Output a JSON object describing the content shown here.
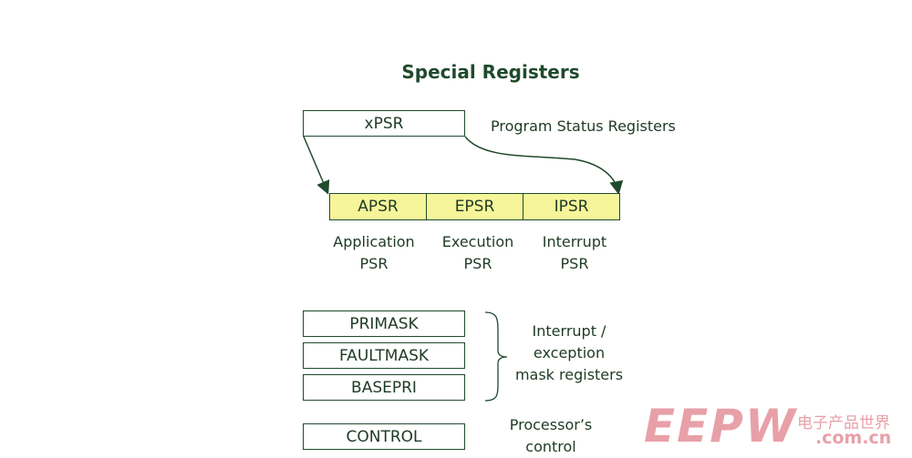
{
  "title": "Special Registers",
  "xpsr": {
    "label": "xPSR",
    "description": "Program Status Registers"
  },
  "psr_parts": [
    {
      "label": "APSR",
      "desc_line1": "Application",
      "desc_line2": "PSR"
    },
    {
      "label": "EPSR",
      "desc_line1": "Execution",
      "desc_line2": "PSR"
    },
    {
      "label": "IPSR",
      "desc_line1": "Interrupt",
      "desc_line2": "PSR"
    }
  ],
  "mask_registers": [
    "PRIMASK",
    "FAULTMASK",
    "BASEPRI"
  ],
  "mask_description": [
    "Interrupt /",
    "exception",
    "mask registers"
  ],
  "control": {
    "label": "CONTROL",
    "desc_line1": "Processor’s",
    "desc_line2": "control"
  },
  "watermark": {
    "logo": "EEPW",
    "cn_text": "电子产品世界",
    "domain": ".com.cn"
  },
  "colors": {
    "line": "#1f4a2c",
    "highlight": "#f7f59a",
    "watermark": "#e8a0a8"
  }
}
